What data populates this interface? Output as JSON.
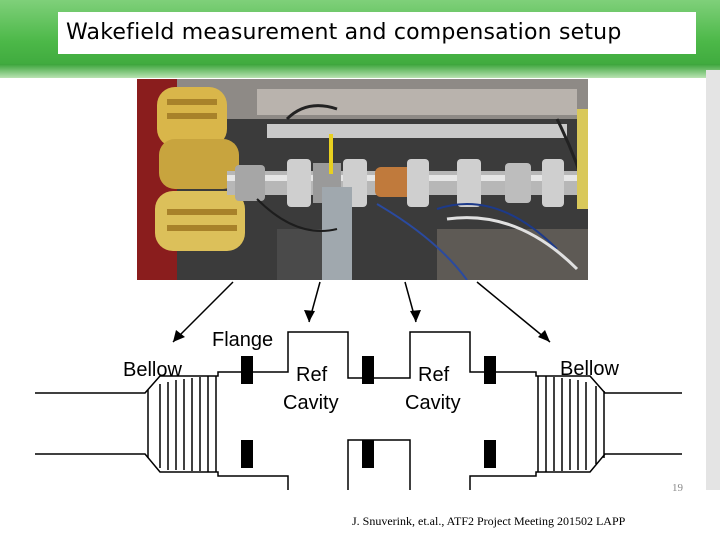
{
  "slide": {
    "title": "Wakefield measurement and compensation setup",
    "page_number": "19",
    "footer": "J. Snuverink, et.al., ATF2 Project Meeting 201502 LAPP"
  },
  "diagram": {
    "label_flange": "Flange",
    "label_bellow_left": "Bellow",
    "label_bellow_right": "Bellow",
    "label_ref_1": "Ref",
    "label_cavity_1": "Cavity",
    "label_ref_2": "Ref",
    "label_cavity_2": "Cavity"
  },
  "colors": {
    "header_green": "#4cb848",
    "photo_background": "#3a3a3a",
    "magnet_yellow": "#d9b64a",
    "copper": "#c07a3c"
  }
}
